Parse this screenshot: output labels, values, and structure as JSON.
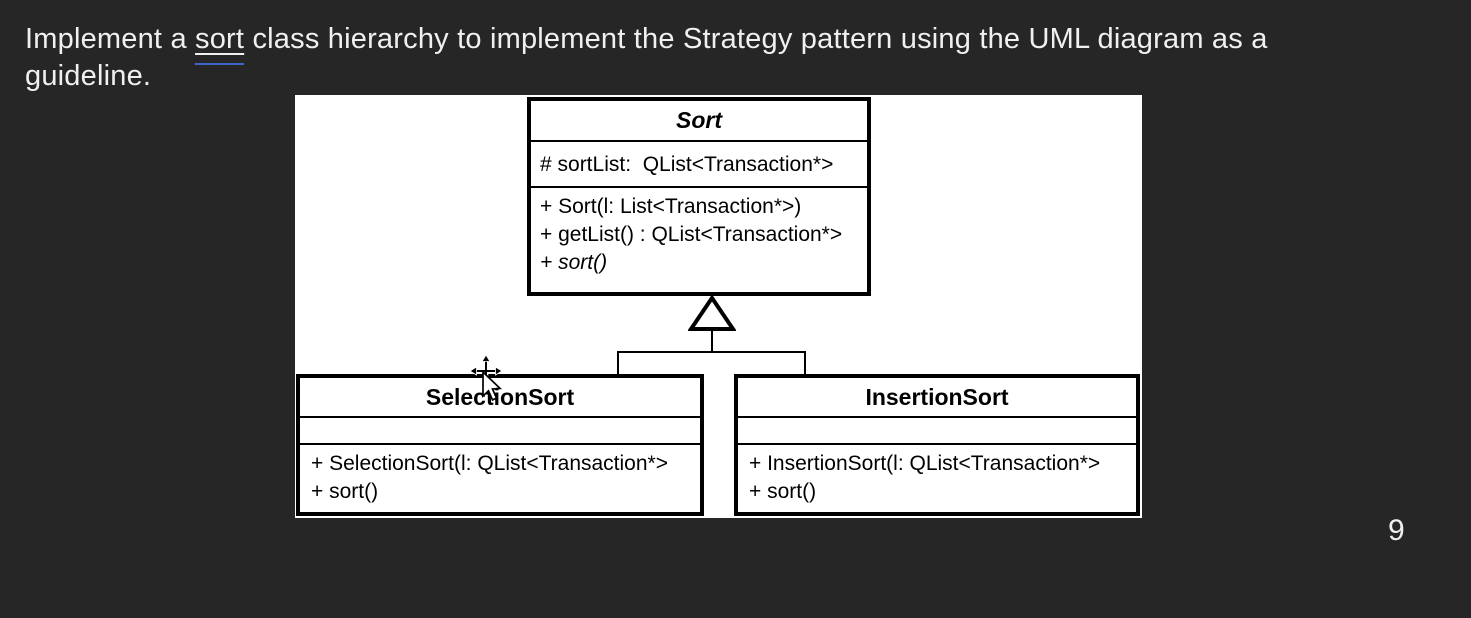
{
  "colors": {
    "slide_background": "#262626",
    "heading_text": "#f0f0f0",
    "link_underline_blue": "#3e66cc",
    "diagram_background": "#ffffff",
    "diagram_ink": "#000000"
  },
  "heading": {
    "line1_prefix": "Implement a ",
    "link_text": "sort",
    "line1_suffix": " class hierarchy to implement the Strategy pattern using the UML diagram as a",
    "line2": "guideline."
  },
  "page_number": "9",
  "uml": {
    "sort_class": {
      "name": "Sort",
      "attributes": [
        "# sortList:  QList<Transaction*>"
      ],
      "methods": [
        "+ Sort(l: List<Transaction*>)",
        "+ getList() : QList<Transaction*>",
        "+ sort()"
      ]
    },
    "selection_sort_class": {
      "name": "SelectionSort",
      "methods": [
        "+ SelectionSort(l: QList<Transaction*>",
        "+ sort()"
      ]
    },
    "insertion_sort_class": {
      "name": "InsertionSort",
      "methods": [
        "+ InsertionSort(l: QList<Transaction*>",
        "+ sort()"
      ]
    }
  },
  "icons": {
    "inheritance": "hollow-triangle-up",
    "move_cursor": "four-headed-arrow",
    "pointer_cursor": "arrow-pointer"
  }
}
